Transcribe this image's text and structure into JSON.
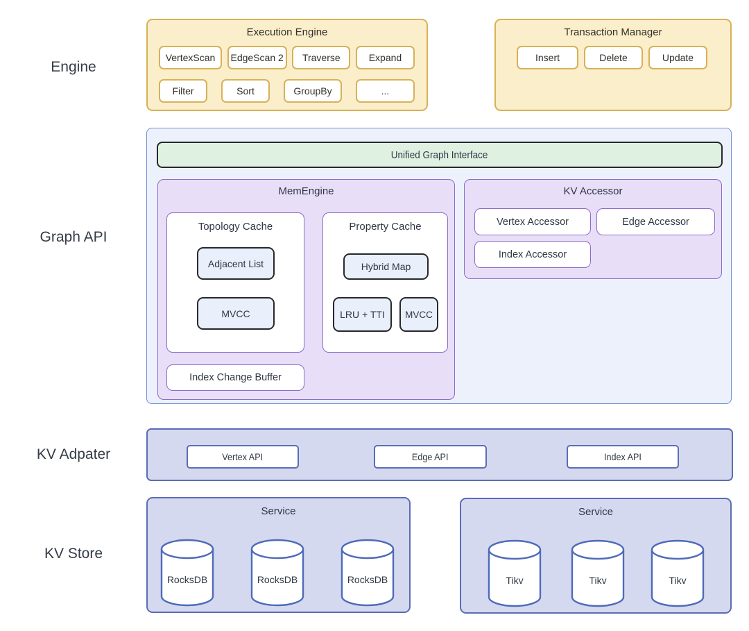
{
  "rows": {
    "engine": "Engine",
    "graph_api": "Graph API",
    "kv_adapter": "KV Adpater",
    "kv_store": "KV Store"
  },
  "engine": {
    "execution_engine": {
      "title": "Execution Engine",
      "row1": [
        "VertexScan",
        "EdgeScan 2",
        "Traverse",
        "Expand"
      ],
      "row2": [
        "Filter",
        "Sort",
        "GroupBy",
        "..."
      ]
    },
    "transaction_manager": {
      "title": "Transaction Manager",
      "items": [
        "Insert",
        "Delete",
        "Update"
      ]
    }
  },
  "graph_api": {
    "unified_graph_interface": "Unified Graph Interface",
    "mem_engine": {
      "title": "MemEngine",
      "topology_cache": {
        "title": "Topology Cache",
        "adjacent_list": "Adjacent List",
        "mvcc": "MVCC"
      },
      "property_cache": {
        "title": "Property Cache",
        "hybrid_map": "Hybrid Map",
        "lru_tti": "LRU + TTI",
        "mvcc": "MVCC"
      },
      "index_change_buffer": "Index Change Buffer"
    },
    "kv_accessor": {
      "title": "KV Accessor",
      "vertex": "Vertex Accessor",
      "edge": "Edge Accessor",
      "index": "Index Accessor"
    }
  },
  "kv_adapter": {
    "vertex_api": "Vertex API",
    "edge_api": "Edge API",
    "index_api": "Index API"
  },
  "kv_store": {
    "service_left": {
      "title": "Service",
      "nodes": [
        "RocksDB",
        "RocksDB",
        "RocksDB"
      ]
    },
    "service_right": {
      "title": "Service",
      "nodes": [
        "Tikv",
        "Tikv",
        "Tikv"
      ]
    }
  },
  "colors": {
    "gold_fill": "#FAEECB",
    "gold_stroke": "#D8B157",
    "outer_blue_fill": "#EDF1FB",
    "outer_blue_stroke": "#6D8FD4",
    "green_fill": "#DFF2E2",
    "dark_stroke": "#26282A",
    "purple_fill": "#E8DEF7",
    "purple_stroke": "#8C6BC9",
    "inner_blue_fill": "#E9EFFB",
    "band_fill": "#D4D9F0",
    "band_stroke": "#5B6DB5",
    "text": "#2F3744"
  }
}
